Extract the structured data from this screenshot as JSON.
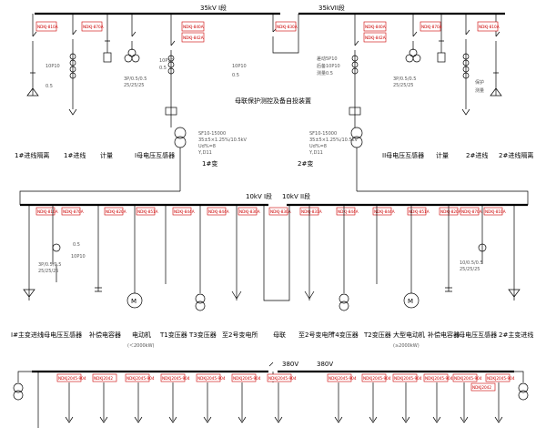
{
  "hv": {
    "bus_left": "35kV I段",
    "bus_right": "35kVII段",
    "center_label": "母联保护测控及备自投装置",
    "relay_tags": [
      "NDKJ-810A",
      "NDKJ-870A",
      "NDKJ-840A",
      "NDKJ-842A",
      "NDKJ-830A",
      "NDKJ-840A",
      "NDKJ-842A",
      "NDKJ-870A",
      "NDKJ-810A"
    ],
    "bottom_labels": [
      "1#进线隔离",
      "1#进线",
      "计量",
      "I母电压互感器",
      "II母电压互感器",
      "计量",
      "2#进线",
      "2#进线隔离"
    ],
    "left_side": [
      "10P10",
      "0.5"
    ],
    "left_pt": [
      "10P10",
      "0.5"
    ],
    "left_pt2": [
      "3P/0.5/0.5",
      "25/25/25"
    ],
    "right_side": [
      "差动5P10",
      "后备10P10",
      "测量0.5"
    ],
    "right_pt": [
      "10P10",
      "0.5"
    ],
    "right_pt2": [
      "3P/0.5/0.5",
      "25/25/25"
    ],
    "right_extra": [
      "保护",
      "测量"
    ]
  },
  "transformers": [
    {
      "label": "1#变",
      "spec": [
        "SF10-15000",
        "35±5×1.25%/10.5kV",
        "Ud%=8",
        "Y,D11"
      ]
    },
    {
      "label": "2#变",
      "spec": [
        "SF10-15000",
        "35±5×1.25%/10.5kV",
        "Ud%=8",
        "Y,D11"
      ]
    }
  ],
  "mv": {
    "bus_left": "10kV I段",
    "bus_right": "10kV II段",
    "relay_tags": [
      "NDKJ-810A",
      "NDKJ-870A",
      "NDKJ-820A",
      "NDKJ-851A",
      "NDKJ-844A",
      "NDKJ-844A",
      "NDKJ-830A",
      "NDKJ-830A",
      "NDKJ-831A",
      "NDKJ-844A",
      "NDKJ-844A",
      "NDKJ-851A",
      "NDKJ-820A",
      "NDKJ-870A",
      "NDKJ-810A"
    ],
    "pt_left": [
      "0.5",
      "10P10"
    ],
    "pt_left2": [
      "3P/0.5/0.5",
      "25/25/25"
    ],
    "pt_right": [
      "10/0.5/0.5",
      "25/25/25"
    ],
    "labels_row1": [
      "I#主变进线",
      "I母电压互感器",
      "补偿电容器",
      "电动机",
      "T1变压器",
      "T3变压器",
      "至2号变电所",
      "母联",
      "至2号变电所",
      "T4变压器",
      "T2变压器",
      "大型电动机",
      "补偿电容器",
      "II母电压互感器",
      "2#主变进线"
    ],
    "labels_row2": [
      "(＜2000kW)",
      "(≥2000kW)"
    ],
    "motor_symbol": "M"
  },
  "lv": {
    "bus_left": "380V",
    "bus_right": "380V",
    "relay_tags": [
      "NDKJ2045-904",
      "NDKJ2042",
      "NDKJ2045-904",
      "NDKJ2045-904",
      "NDKJ2045-904",
      "NDKJ2045-904",
      "NDKJ2045-904",
      "NDKJ2045-904",
      "NDKJ2045-904",
      "NDKJ2045-904",
      "NDKJ2045-904",
      "NDKJ2045-904",
      "NDKJ2042",
      "NDKJ2045-904"
    ]
  }
}
